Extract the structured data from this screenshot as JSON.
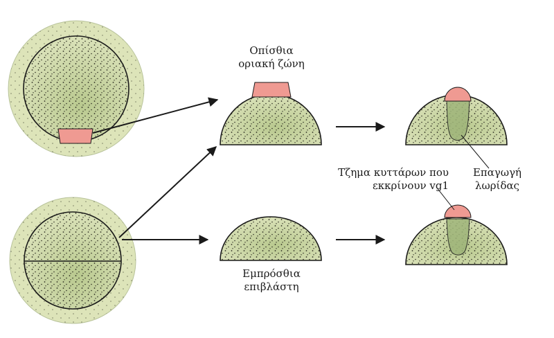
{
  "labels": {
    "posterior_zone": [
      "Οπίσθια",
      "οριακή ζώνη"
    ],
    "anterior_epiblast": [
      "Εμπρόσθια",
      "επιβλάστη"
    ],
    "vg1_patch": [
      "Τζημα κυττάρων που",
      "εκκρίνουν vg1"
    ],
    "streak_induction": [
      "Επαγωγή",
      "λωρίδας"
    ]
  },
  "colors": {
    "embryo_fill": "#d6dfb2",
    "embryo_outer": "#dde4b9",
    "dot": "#2b2b20",
    "pink": "#ef9a92",
    "streak": "#9fb57a",
    "line": "#1a1a1a"
  }
}
